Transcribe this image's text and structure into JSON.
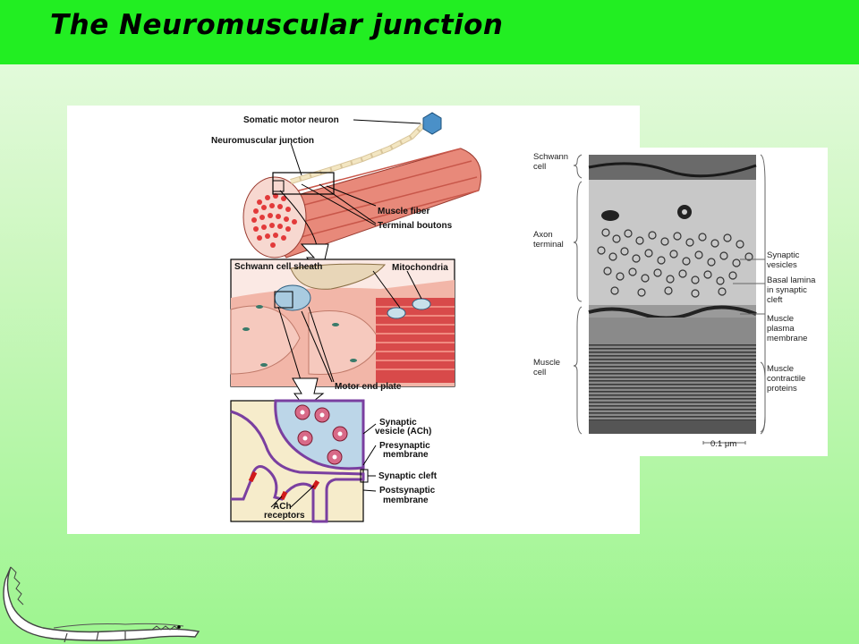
{
  "slide": {
    "title": "The Neuromuscular junction"
  },
  "diagram": {
    "labels": {
      "somatic_motor_neuron": "Somatic motor neuron",
      "neuromuscular_junction": "Neuromuscular junction",
      "muscle_fiber": "Muscle fiber",
      "terminal_boutons": "Terminal boutons",
      "schwann_cell_sheath": "Schwann cell sheath",
      "mitochondria": "Mitochondria",
      "motor_end_plate": "Motor end plate",
      "synaptic_vesicle_line1": "Synaptic",
      "synaptic_vesicle_line2": "vesicle (ACh)",
      "presynaptic_line1": "Presynaptic",
      "presynaptic_line2": "membrane",
      "synaptic_cleft": "Synaptic cleft",
      "postsynaptic_line1": "Postsynaptic",
      "postsynaptic_line2": "membrane",
      "ach_line1": "ACh",
      "ach_line2": "receptors"
    }
  },
  "micrograph": {
    "labels": {
      "schwann_line1": "Schwann",
      "schwann_line2": "cell",
      "axon_line1": "Axon",
      "axon_line2": "terminal",
      "muscle_cell_line1": "Muscle",
      "muscle_cell_line2": "cell",
      "vesicles_line1": "Synaptic",
      "vesicles_line2": "vesicles",
      "basal_line1": "Basal lamina",
      "basal_line2": "in synaptic",
      "basal_line3": "cleft",
      "plasma_line1": "Muscle",
      "plasma_line2": "plasma",
      "plasma_line3": "membrane",
      "contractile_line1": "Muscle",
      "contractile_line2": "contractile",
      "contractile_line3": "proteins",
      "scale": "0.1 μm"
    }
  },
  "colors": {
    "title_bar": "#22ee22",
    "muscle": "#e07a6a",
    "axon": "#f0dca8",
    "cleft": "#7a3fa0",
    "receptor": "#d01a1a"
  }
}
